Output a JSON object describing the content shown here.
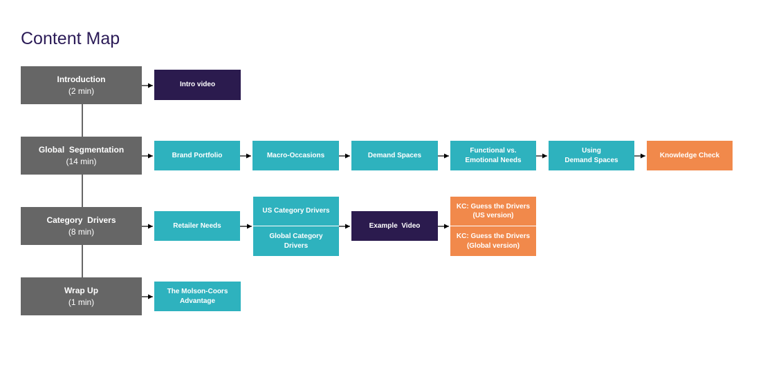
{
  "title": "Content Map",
  "sections": {
    "intro": {
      "label": "Introduction",
      "time": "(2 min)"
    },
    "global": {
      "label": "Global  Segmentation",
      "time": "(14 min)"
    },
    "category": {
      "label": "Category  Drivers",
      "time": "(8 min)"
    },
    "wrap": {
      "label": "Wrap Up",
      "time": "(1 min)"
    }
  },
  "intro_row": {
    "intro_video": "Intro video"
  },
  "global_row": {
    "brand_portfolio": "Brand Portfolio",
    "macro_occasions": "Macro-Occasions",
    "demand_spaces": "Demand Spaces",
    "functional_line1": "Functional vs.",
    "functional_line2": "Emotional Needs",
    "using_line1": "Using",
    "using_line2": "Demand Spaces",
    "knowledge_check": "Knowledge Check"
  },
  "category_row": {
    "retailer_needs": "Retailer Needs",
    "us_drivers": "US Category Drivers",
    "global_drivers_line1": "Global Category",
    "global_drivers_line2": "Drivers",
    "example_video": "Example  Video",
    "kc_us_line1": "KC: Guess the Drivers",
    "kc_us_line2": "(US version)",
    "kc_global_line1": "KC: Guess the Drivers",
    "kc_global_line2": "(Global version)"
  },
  "wrap_row": {
    "advantage_line1": "The Molson-Coors",
    "advantage_line2": "Advantage"
  },
  "colors": {
    "title": "#2b1b57",
    "section": "#666666",
    "teal": "#2eb2be",
    "dark": "#2b1b4e",
    "orange": "#f1894b"
  }
}
